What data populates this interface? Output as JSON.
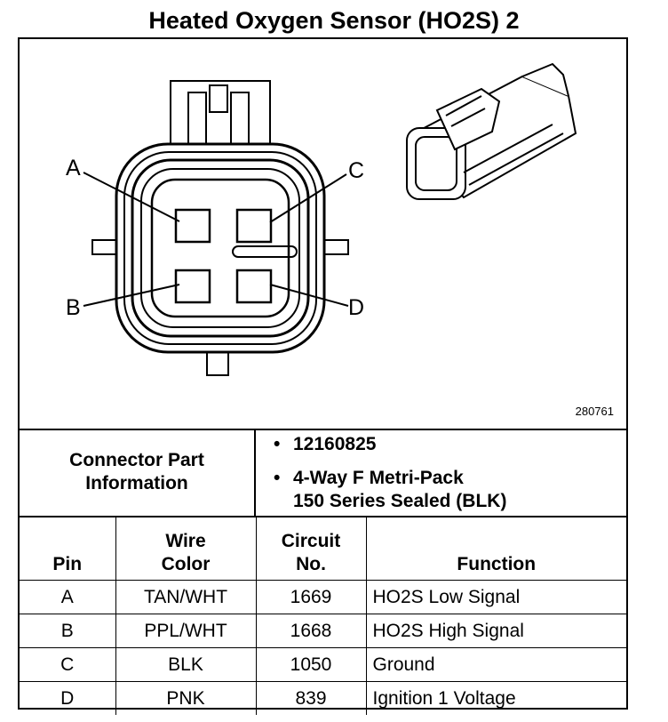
{
  "title": "Heated Oxygen Sensor (HO2S) 2",
  "diagram": {
    "pin_labels": [
      "A",
      "B",
      "C",
      "D"
    ],
    "figure_id": "280761"
  },
  "connector_info": {
    "label_line1": "Connector Part",
    "label_line2": "Information",
    "part_number": "12160825",
    "type_line1": "4-Way F Metri-Pack",
    "type_line2": "150 Series Sealed (BLK)",
    "bullet": "•"
  },
  "table": {
    "headers": {
      "pin": "Pin",
      "wire_line1": "Wire",
      "wire_line2": "Color",
      "circuit_line1": "Circuit",
      "circuit_line2": "No.",
      "function": "Function"
    },
    "rows": [
      {
        "pin": "A",
        "wire_color": "TAN/WHT",
        "circuit": "1669",
        "function": "HO2S Low Signal"
      },
      {
        "pin": "B",
        "wire_color": "PPL/WHT",
        "circuit": "1668",
        "function": "HO2S High Signal"
      },
      {
        "pin": "C",
        "wire_color": "BLK",
        "circuit": "1050",
        "function": "Ground"
      },
      {
        "pin": "D",
        "wire_color": "PNK",
        "circuit": "839",
        "function": "Ignition 1 Voltage"
      }
    ]
  }
}
